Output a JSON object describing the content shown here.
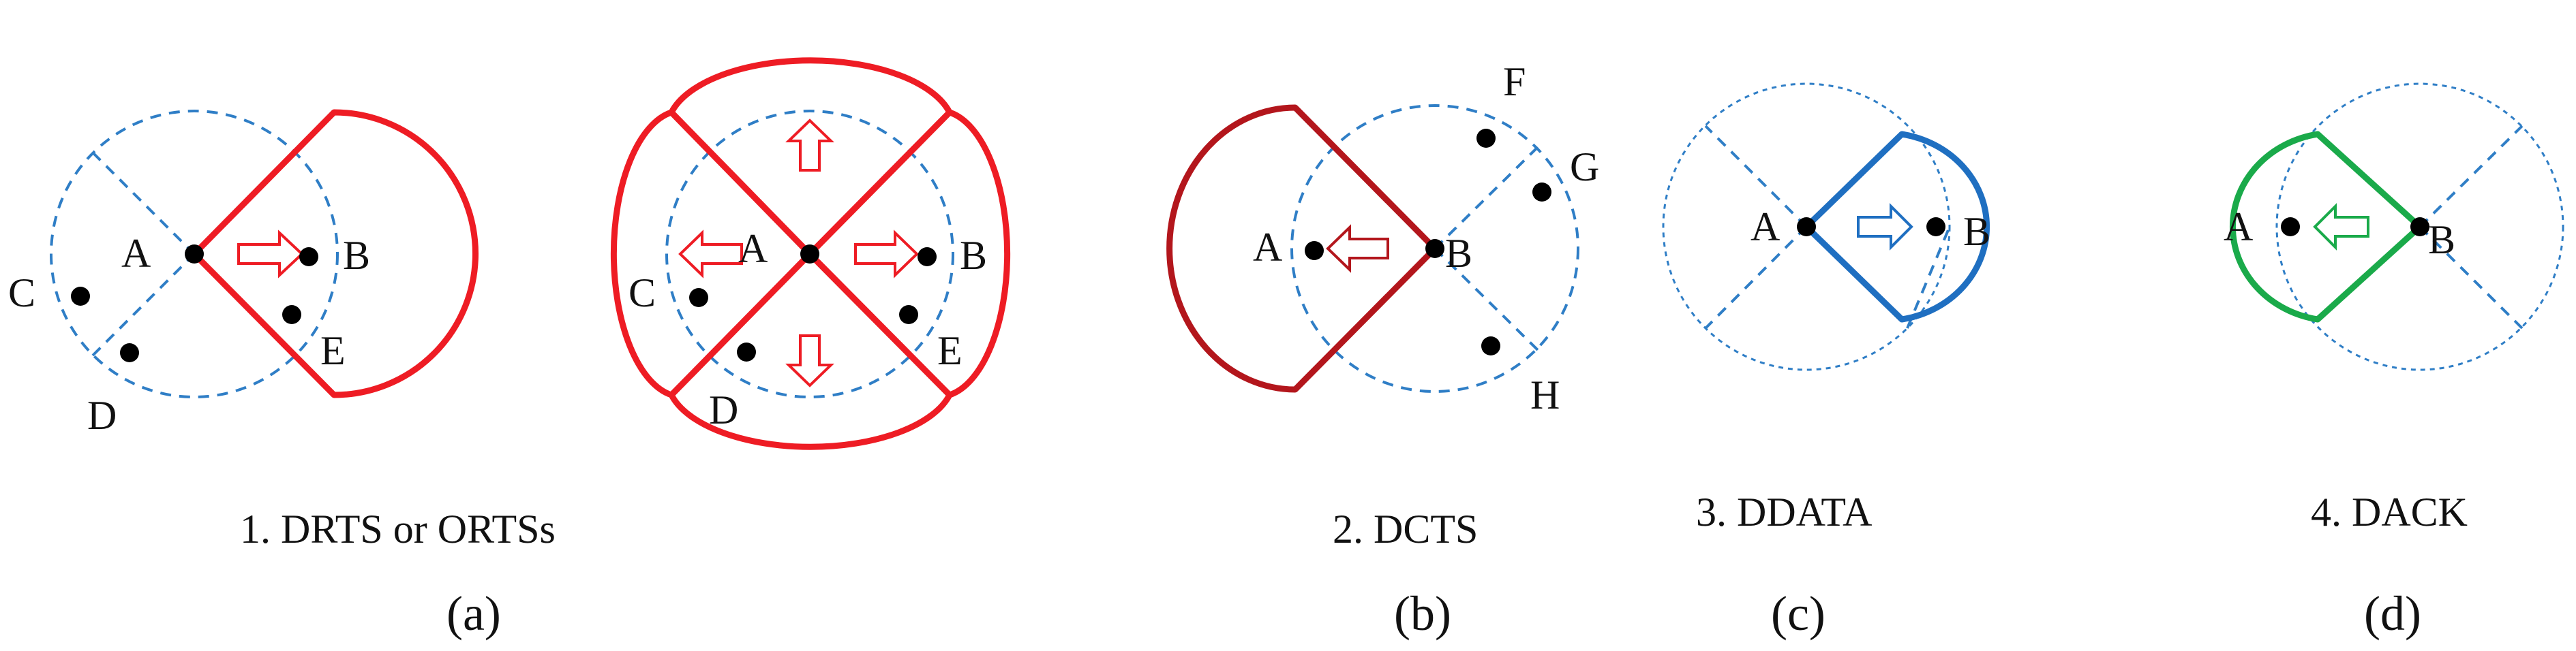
{
  "colors": {
    "dashed": "#2f7ec6",
    "rts": "#ee1c24",
    "cts": "#b3161c",
    "data": "#1f6fc1",
    "ack": "#1aaa4a",
    "dot": "#000000"
  },
  "panel_a1": {
    "nodes": {
      "a": "A",
      "b": "B",
      "c": "C",
      "d": "D",
      "e": "E"
    },
    "arrow_icon": "right-arrow-icon"
  },
  "panel_a2": {
    "nodes": {
      "a": "A",
      "b": "B",
      "c": "C",
      "d": "D",
      "e": "E"
    },
    "arrow_icons": [
      "up-arrow-icon",
      "right-arrow-icon",
      "down-arrow-icon",
      "left-arrow-icon"
    ]
  },
  "panel_b": {
    "nodes": {
      "a": "A",
      "b": "B",
      "f": "F",
      "g": "G",
      "h": "H"
    },
    "arrow_icon": "left-arrow-icon"
  },
  "panel_c": {
    "nodes": {
      "a": "A",
      "b": "B"
    },
    "arrow_icon": "right-arrow-icon"
  },
  "panel_d": {
    "nodes": {
      "a": "A",
      "b": "B"
    },
    "arrow_icon": "left-arrow-icon"
  },
  "captions": {
    "step1": "1. DRTS or ORTSs",
    "step2": "2. DCTS",
    "step3": "3. DDATA",
    "step4": "4. DACK"
  },
  "sublabels": {
    "a": "(a)",
    "b": "(b)",
    "c": "(c)",
    "d": "(d)"
  }
}
